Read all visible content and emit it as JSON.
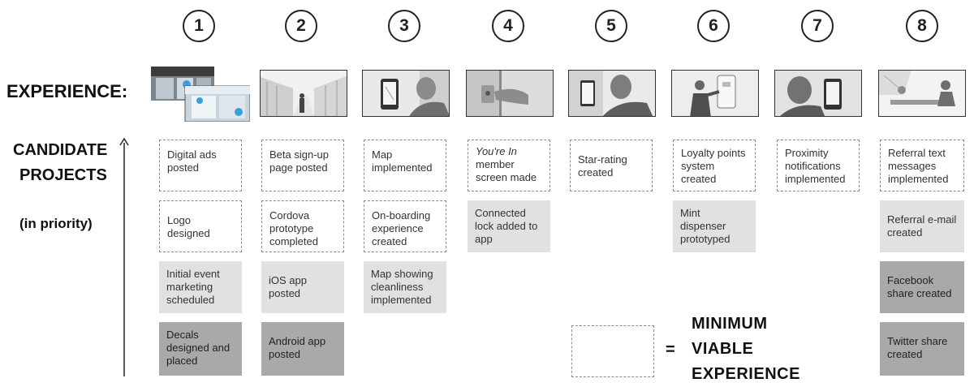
{
  "labels": {
    "experience": "EXPERIENCE:",
    "candidate_line1": "CANDIDATE",
    "candidate_line2": "PROJECTS",
    "priority": "(in priority)"
  },
  "steps": [
    "1",
    "2",
    "3",
    "4",
    "5",
    "6",
    "7",
    "8"
  ],
  "cards": {
    "c1": [
      {
        "text": "Digital ads posted",
        "style": "mvp"
      },
      {
        "text": "Logo designed",
        "style": "mvp"
      },
      {
        "text": "Initial event marketing scheduled",
        "style": "light"
      },
      {
        "text": "Decals designed and placed",
        "style": "dark"
      }
    ],
    "c2": [
      {
        "text": "Beta sign-up page posted",
        "style": "mvp"
      },
      {
        "text": "Cordova prototype completed",
        "style": "mvp"
      },
      {
        "text": "iOS app posted",
        "style": "light"
      },
      {
        "text": "Android app posted",
        "style": "dark"
      }
    ],
    "c3": [
      {
        "text": "Map implemented",
        "style": "mvp"
      },
      {
        "text": "On-boarding experience created",
        "style": "mvp"
      },
      {
        "text": "Map showing cleanliness implemented",
        "style": "light"
      }
    ],
    "c4": [
      {
        "italic": "You're In",
        "text": "member screen made",
        "style": "mvp"
      },
      {
        "text": "Connected lock added to app",
        "style": "light"
      }
    ],
    "c5": [
      {
        "text": "Star-rating created",
        "style": "mvp"
      }
    ],
    "c6": [
      {
        "text": "Loyalty points system created",
        "style": "mvp"
      },
      {
        "text": "Mint dispenser prototyped",
        "style": "light"
      }
    ],
    "c7": [
      {
        "text": "Proximity notifications implemented",
        "style": "mvp"
      }
    ],
    "c8": [
      {
        "text": "Referral text messages implemented",
        "style": "mvp"
      },
      {
        "text": "Referral e-mail created",
        "style": "light"
      },
      {
        "text": "Facebook share created",
        "style": "dark"
      },
      {
        "text": "Twitter share created",
        "style": "dark"
      }
    ]
  },
  "legend": {
    "equals": "=",
    "line1": "MINIMUM",
    "line2": "VIABLE",
    "line3": "EXPERIENCE"
  },
  "colors": {
    "mvp_border": "#8a8a8a",
    "light_fill": "#e1e1e1",
    "dark_fill": "#a9a9a9"
  }
}
